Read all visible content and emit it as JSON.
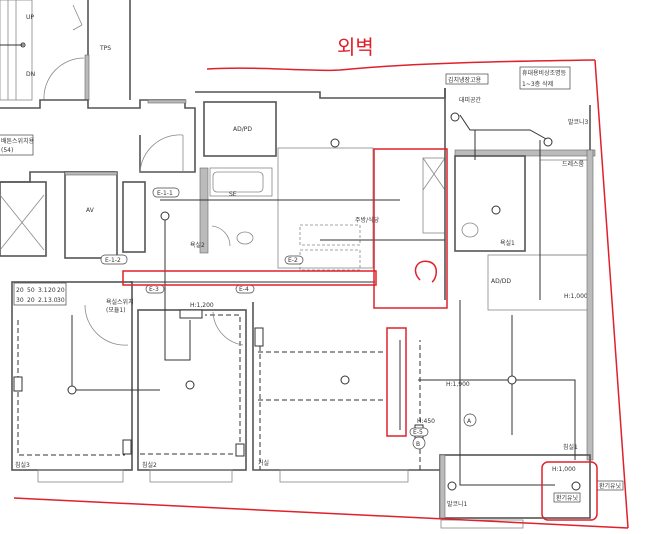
{
  "drawing": {
    "annotation": "외벽",
    "stair": {
      "up": "UP",
      "down": "DN"
    },
    "rooms": {
      "tps": "TPS",
      "ad_pd": "AD/PD",
      "av": "AV",
      "kitchen": "주방/식당",
      "bath2": "욕실2",
      "bath1": "욕실1",
      "bedroom3": "침실3",
      "bedroom2": "침실2",
      "living": "거실",
      "bedroom1": "침실1",
      "balcony1": "발코니1",
      "balcony3": "발코니3",
      "evacuation": "대피공간",
      "dressroom": "드레스룸",
      "ad_dd": "AD/DD"
    },
    "notes": {
      "switch_box_1": "배튼스위치용",
      "switch_box_2": "(54)",
      "kimchi": "김치냉장고용",
      "emergency_1": "휴대용비상조명등",
      "emergency_2": "1~3층 삭제",
      "bath_switch_1": "욕실스위치",
      "bath_switch_2": "(모듈1)",
      "vent_unit": "환기유닛",
      "vent_unit2": "환기유닛"
    },
    "heights": [
      "H:1,000",
      "H:1,200",
      "H:1,900",
      "H:450",
      "H:1,000"
    ],
    "circuit_tags": [
      "E-1-1",
      "E-1-2",
      "E-3",
      "E-4",
      "E-2",
      "E-5",
      "SE"
    ],
    "markers": [
      "A",
      "B"
    ],
    "panel_cells": [
      "20",
      "50",
      "3.1",
      "20",
      "20",
      "30",
      "20",
      "2.1",
      "3.0",
      "30"
    ],
    "colors": {
      "markup": "#e0202a",
      "linework": "#333333"
    }
  }
}
